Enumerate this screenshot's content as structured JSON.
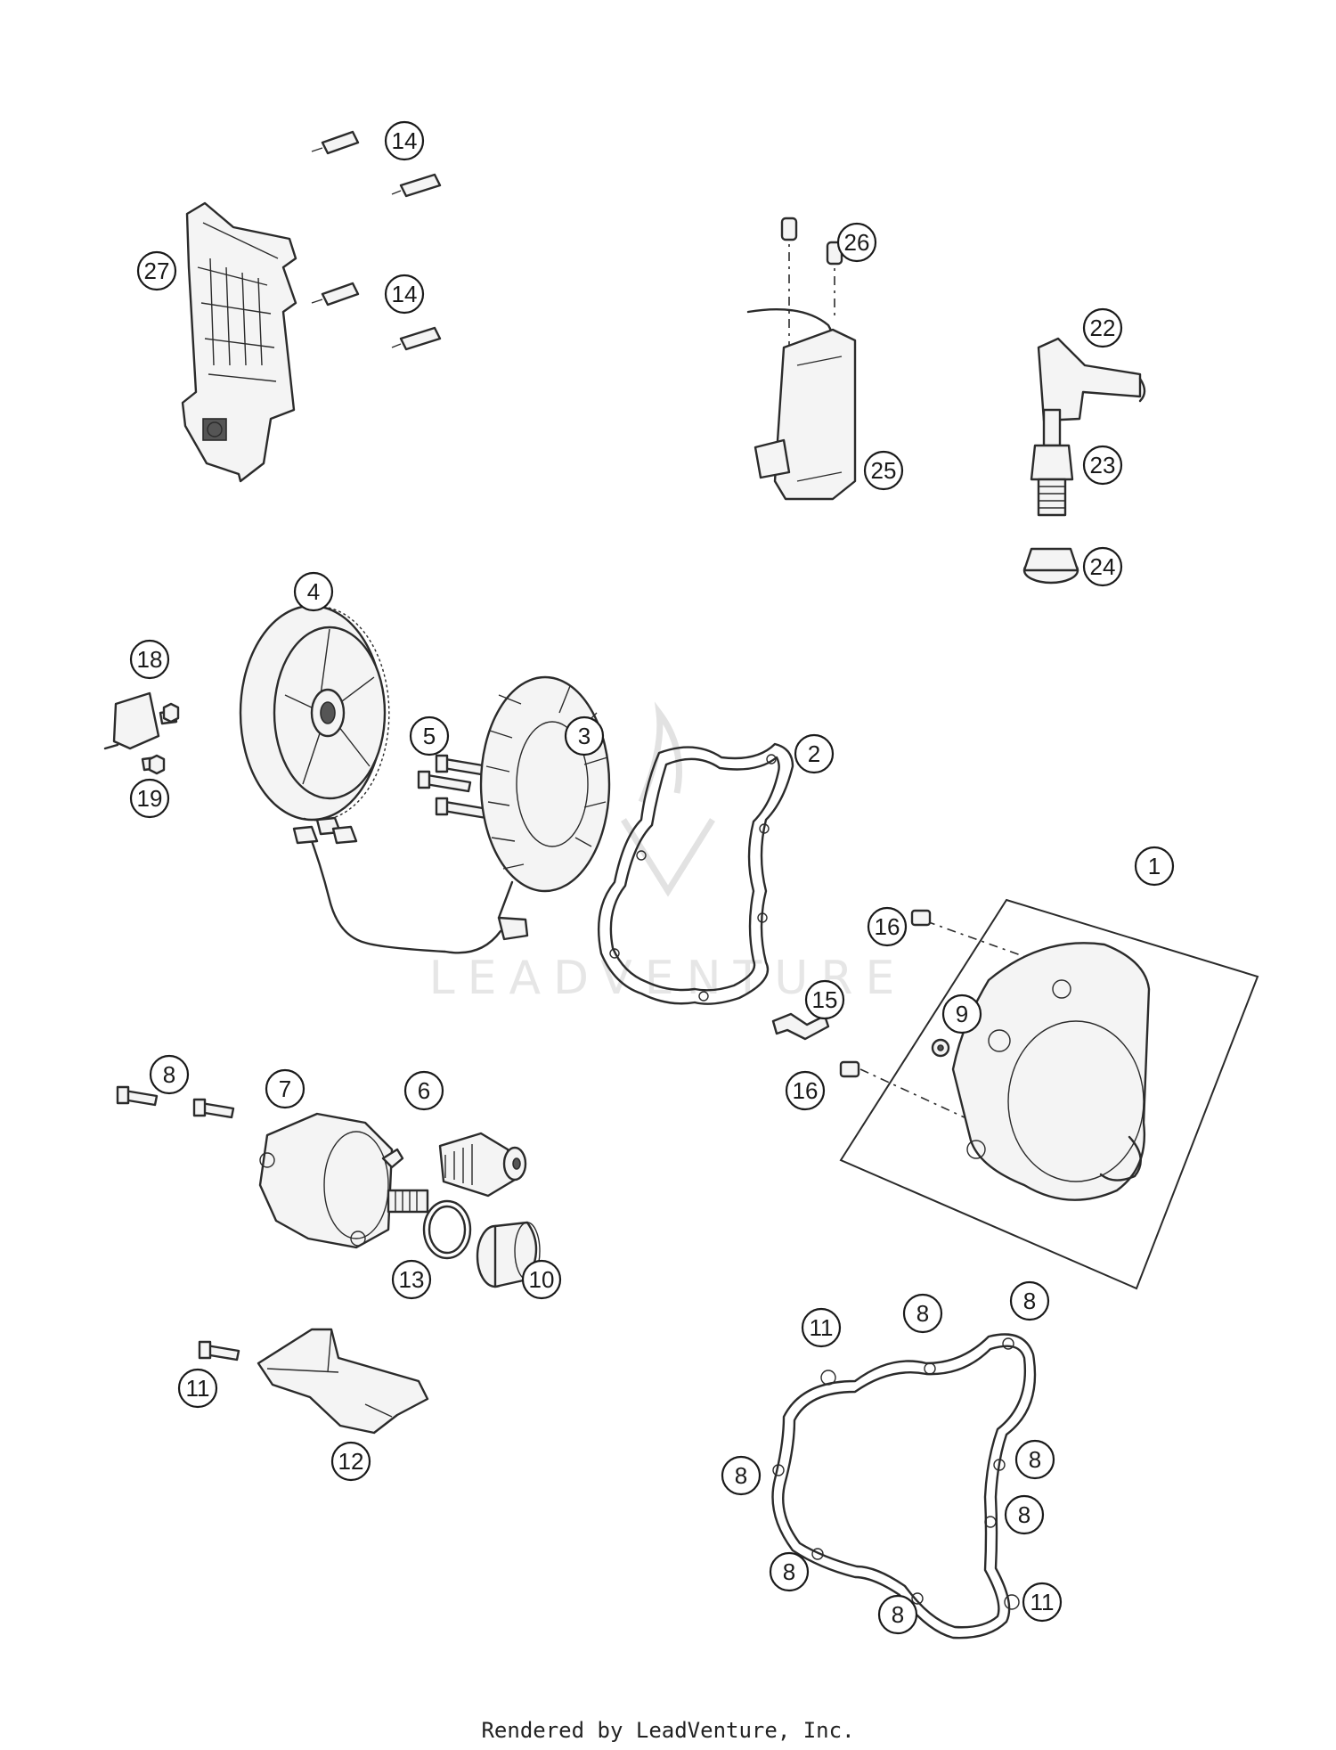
{
  "watermark": {
    "text": "LEADVENTURE"
  },
  "footer": {
    "text": "Rendered by LeadVenture, Inc."
  },
  "callouts": [
    {
      "label": "14"
    },
    {
      "label": "14"
    },
    {
      "label": "27"
    },
    {
      "label": "26"
    },
    {
      "label": "22"
    },
    {
      "label": "25"
    },
    {
      "label": "23"
    },
    {
      "label": "24"
    },
    {
      "label": "4"
    },
    {
      "label": "18"
    },
    {
      "label": "5"
    },
    {
      "label": "3"
    },
    {
      "label": "2"
    },
    {
      "label": "19"
    },
    {
      "label": "1"
    },
    {
      "label": "16"
    },
    {
      "label": "15"
    },
    {
      "label": "9"
    },
    {
      "label": "8"
    },
    {
      "label": "7"
    },
    {
      "label": "6"
    },
    {
      "label": "16"
    },
    {
      "label": "13"
    },
    {
      "label": "10"
    },
    {
      "label": "11"
    },
    {
      "label": "8"
    },
    {
      "label": "8"
    },
    {
      "label": "11"
    },
    {
      "label": "12"
    },
    {
      "label": "8"
    },
    {
      "label": "8"
    },
    {
      "label": "8"
    },
    {
      "label": "8"
    },
    {
      "label": "8"
    },
    {
      "label": "11"
    }
  ]
}
